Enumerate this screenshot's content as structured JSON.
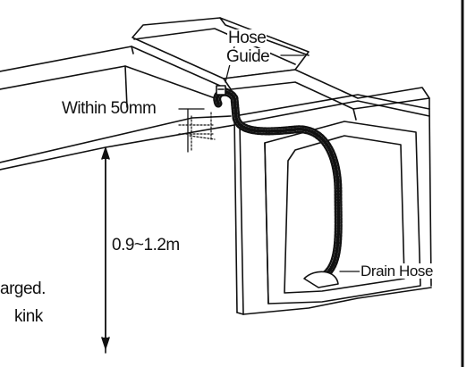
{
  "labels": {
    "hose_guide_line1": "Hose",
    "hose_guide_line2": "Guide",
    "within": "Within 50mm",
    "height_range": "0.9~1.2m",
    "drain_hose": "Drain Hose"
  },
  "partial_text": {
    "line1": "arged.",
    "line2": "kink"
  },
  "colors": {
    "ink": "#111111",
    "background": "#ffffff"
  }
}
